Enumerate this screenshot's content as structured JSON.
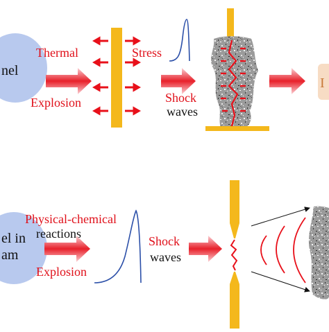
{
  "top": {
    "source_label": "nel",
    "label_thermal": "Thermal",
    "label_explosion": "Explosion",
    "label_stress": "Stress",
    "label_shock": "Shock",
    "label_waves": "waves",
    "result_label": "I"
  },
  "bottom": {
    "source_label_line1": "el in",
    "source_label_line2": "am",
    "label_reactions_line1": "Physical-chemical",
    "label_reactions_line2": "reactions",
    "label_explosion": "Explosion",
    "label_shock": "Shock",
    "label_waves": "waves"
  },
  "colors": {
    "label_red": "#e0101a",
    "label_black": "#111111",
    "ellipse_fill": "#b8c9ee",
    "plate_gold": "#f4b81c",
    "pulse_blue": "#2b4fa8",
    "result_fill": "#f7dcc4"
  }
}
